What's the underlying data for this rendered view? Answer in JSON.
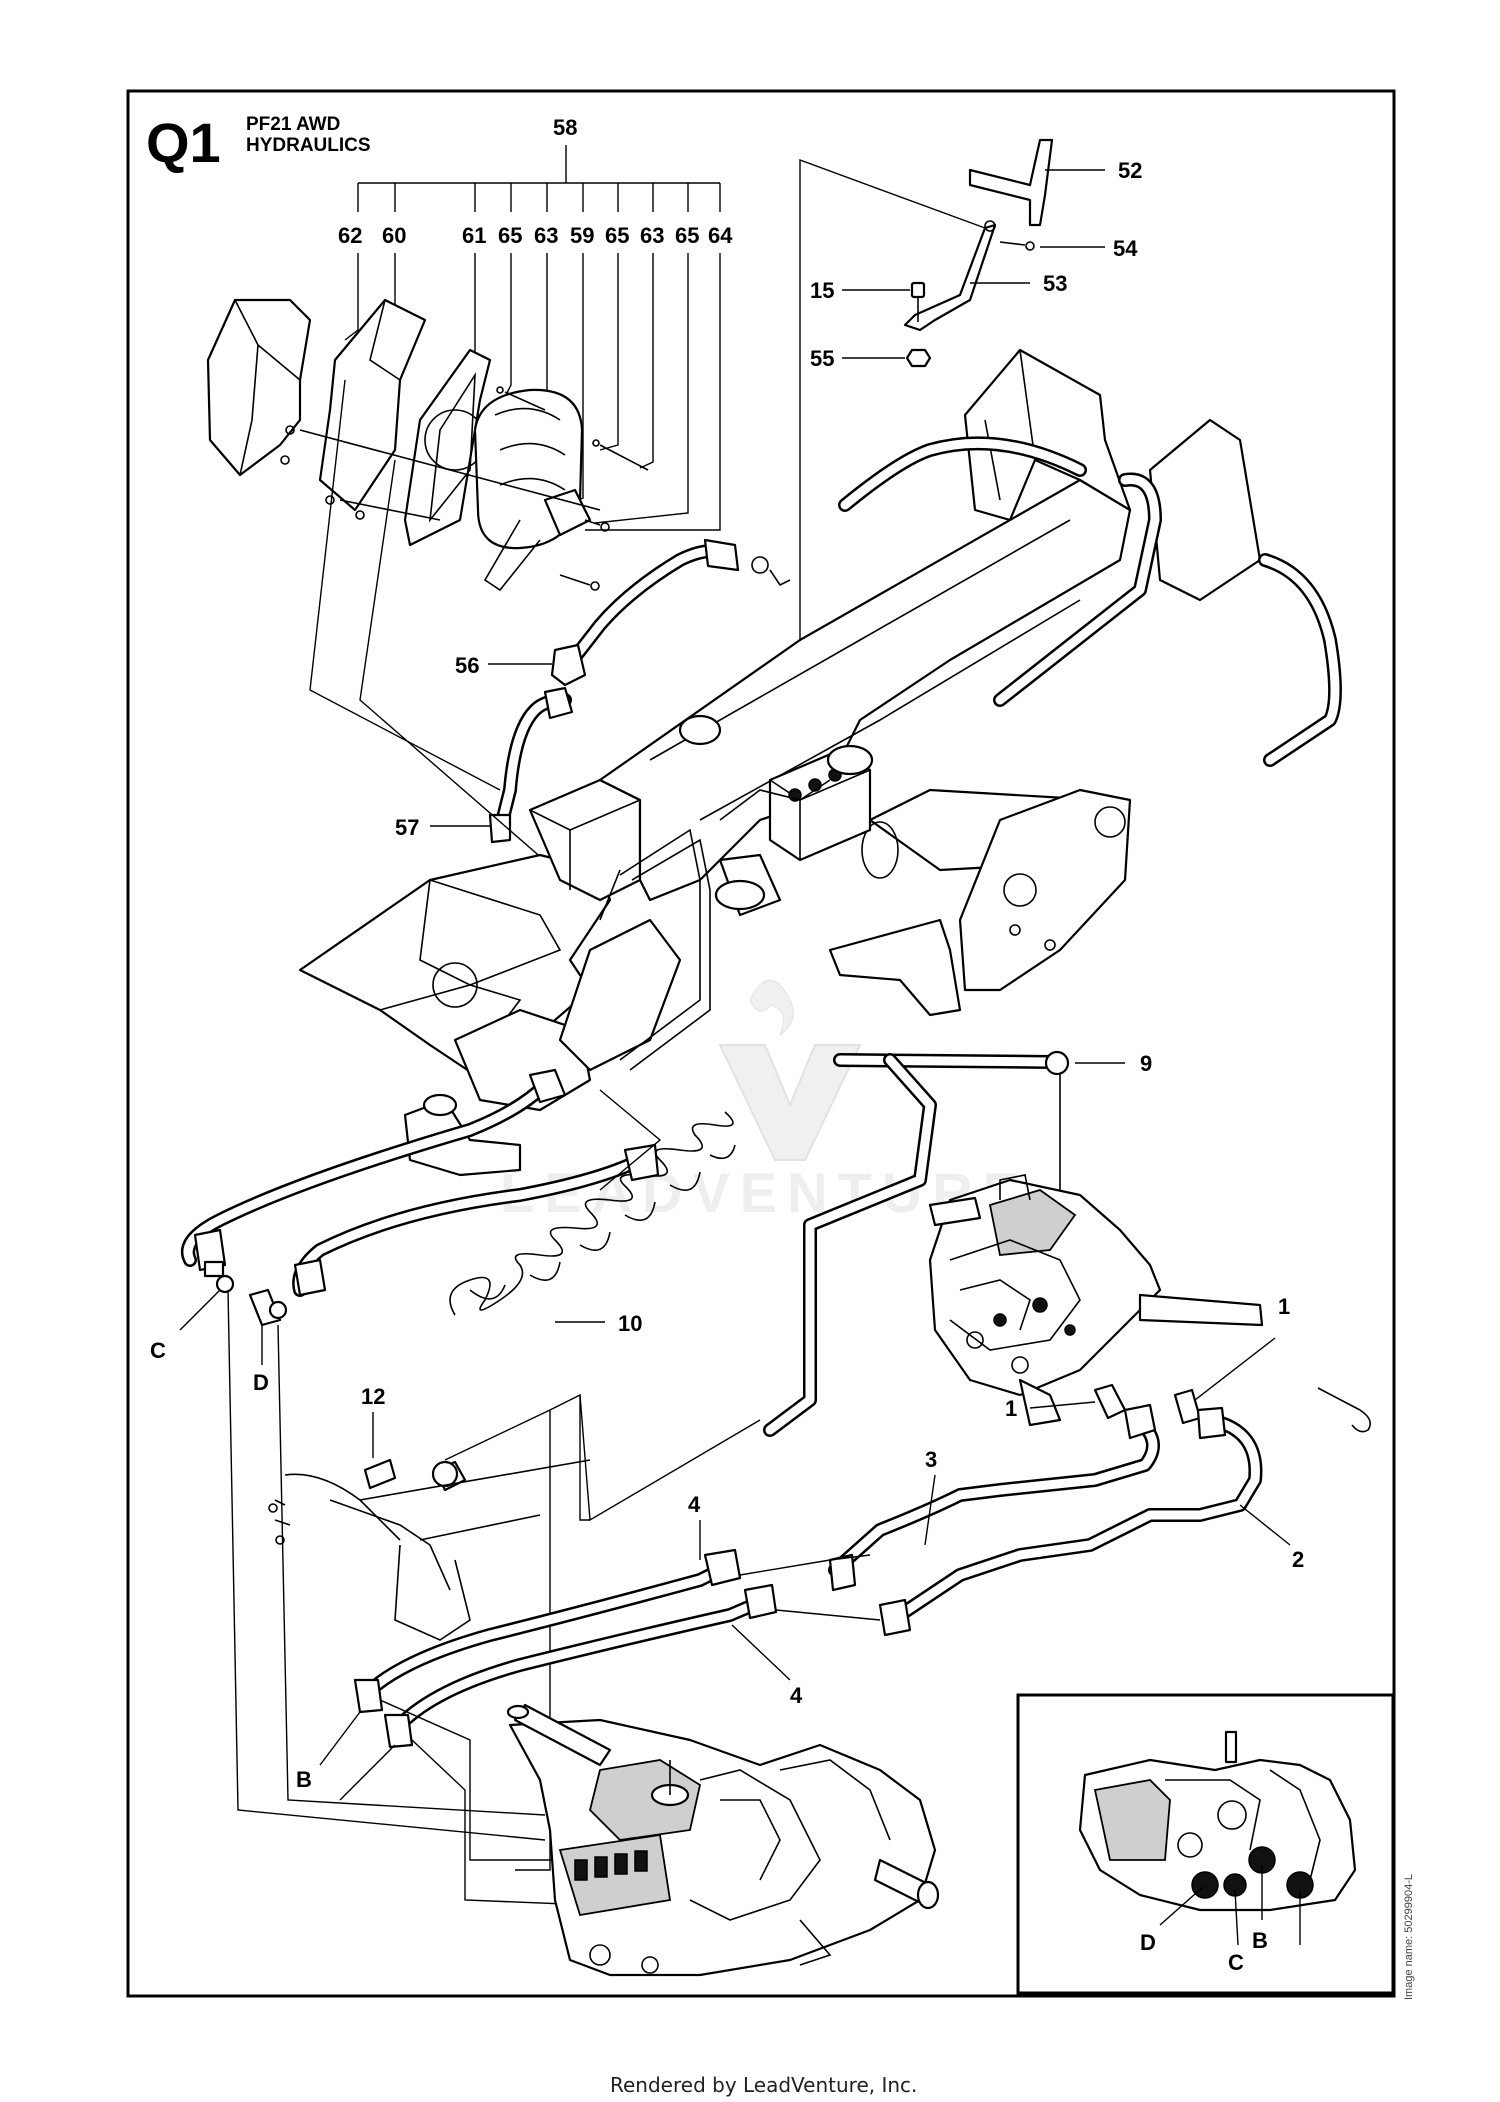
{
  "header": {
    "code": "Q1",
    "line1": "PF21 AWD",
    "line2": "HYDRAULICS"
  },
  "callouts": {
    "c58": "58",
    "c62": "62",
    "c60": "60",
    "c61": "61",
    "c65a": "65",
    "c63a": "63",
    "c59": "59",
    "c65b": "65",
    "c63b": "63",
    "c65c": "65",
    "c64": "64",
    "c52": "52",
    "c54": "54",
    "c53": "53",
    "c15": "15",
    "c55": "55",
    "c56": "56",
    "c57": "57",
    "c9": "9",
    "c10": "10",
    "c12": "12",
    "c1a": "1",
    "c1b": "1",
    "c3": "3",
    "c2": "2",
    "c4a": "4",
    "c4b": "4",
    "cC": "C",
    "cD": "D",
    "cB": "B",
    "inD": "D",
    "inC": "C",
    "inB": "B"
  },
  "watermark": "LEADVENTURE",
  "side_note": "Image name: 50299904-L",
  "footer": "Rendered by LeadVenture, Inc.",
  "colors": {
    "line": "#000000",
    "background": "#ffffff",
    "watermark": "#eeeeee"
  }
}
